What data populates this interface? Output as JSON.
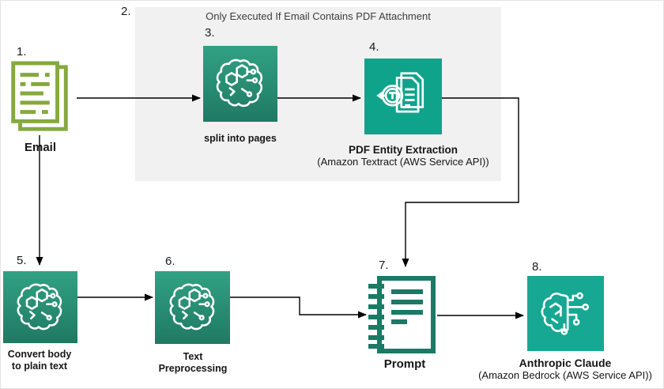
{
  "region": {
    "number": "2.",
    "title": "Only Executed If Email Contains PDF Attachment"
  },
  "nodes": {
    "email": {
      "number": "1.",
      "label": "Email"
    },
    "split": {
      "number": "3.",
      "label": "split into pages"
    },
    "extract": {
      "number": "4.",
      "title": "PDF Entity Extraction",
      "subtitle": "(Amazon Textract (AWS Service API))"
    },
    "convert": {
      "number": "5.",
      "line1": "Convert body",
      "line2": "to plain text"
    },
    "preprocess": {
      "number": "6.",
      "line1": "Text",
      "line2": "Preprocessing"
    },
    "prompt": {
      "number": "7.",
      "label": "Prompt"
    },
    "claude": {
      "number": "8.",
      "title": "Anthropic Claude",
      "subtitle": "(Amazon Bedrock (AWS Service API))"
    }
  },
  "edges": [
    {
      "from": "Email",
      "to": "split into pages"
    },
    {
      "from": "split into pages",
      "to": "PDF Entity Extraction"
    },
    {
      "from": "PDF Entity Extraction",
      "to": "Prompt"
    },
    {
      "from": "Email",
      "to": "Convert body to plain text"
    },
    {
      "from": "Convert body to plain text",
      "to": "Text Preprocessing"
    },
    {
      "from": "Text Preprocessing",
      "to": "Prompt"
    },
    {
      "from": "Prompt",
      "to": "Anthropic Claude"
    }
  ],
  "icons": {
    "email": "email-documents-icon",
    "split": "ml-brain-icon",
    "extract": "textract-entity-extraction-icon",
    "convert": "ml-brain-icon",
    "preprocess": "ml-brain-icon",
    "prompt": "prompt-notebook-icon",
    "claude": "bedrock-brain-circuit-icon"
  },
  "colors": {
    "teal_gradient_top": "#31a184",
    "teal_gradient_bottom": "#1f7963",
    "teal_flat": "#10a38b",
    "teal_flat_bright": "#16a892",
    "olive_green": "#85a93e",
    "prompt_teal": "#1a7a66",
    "region_background": "#f1f1f2",
    "connector_black": "#000000"
  }
}
